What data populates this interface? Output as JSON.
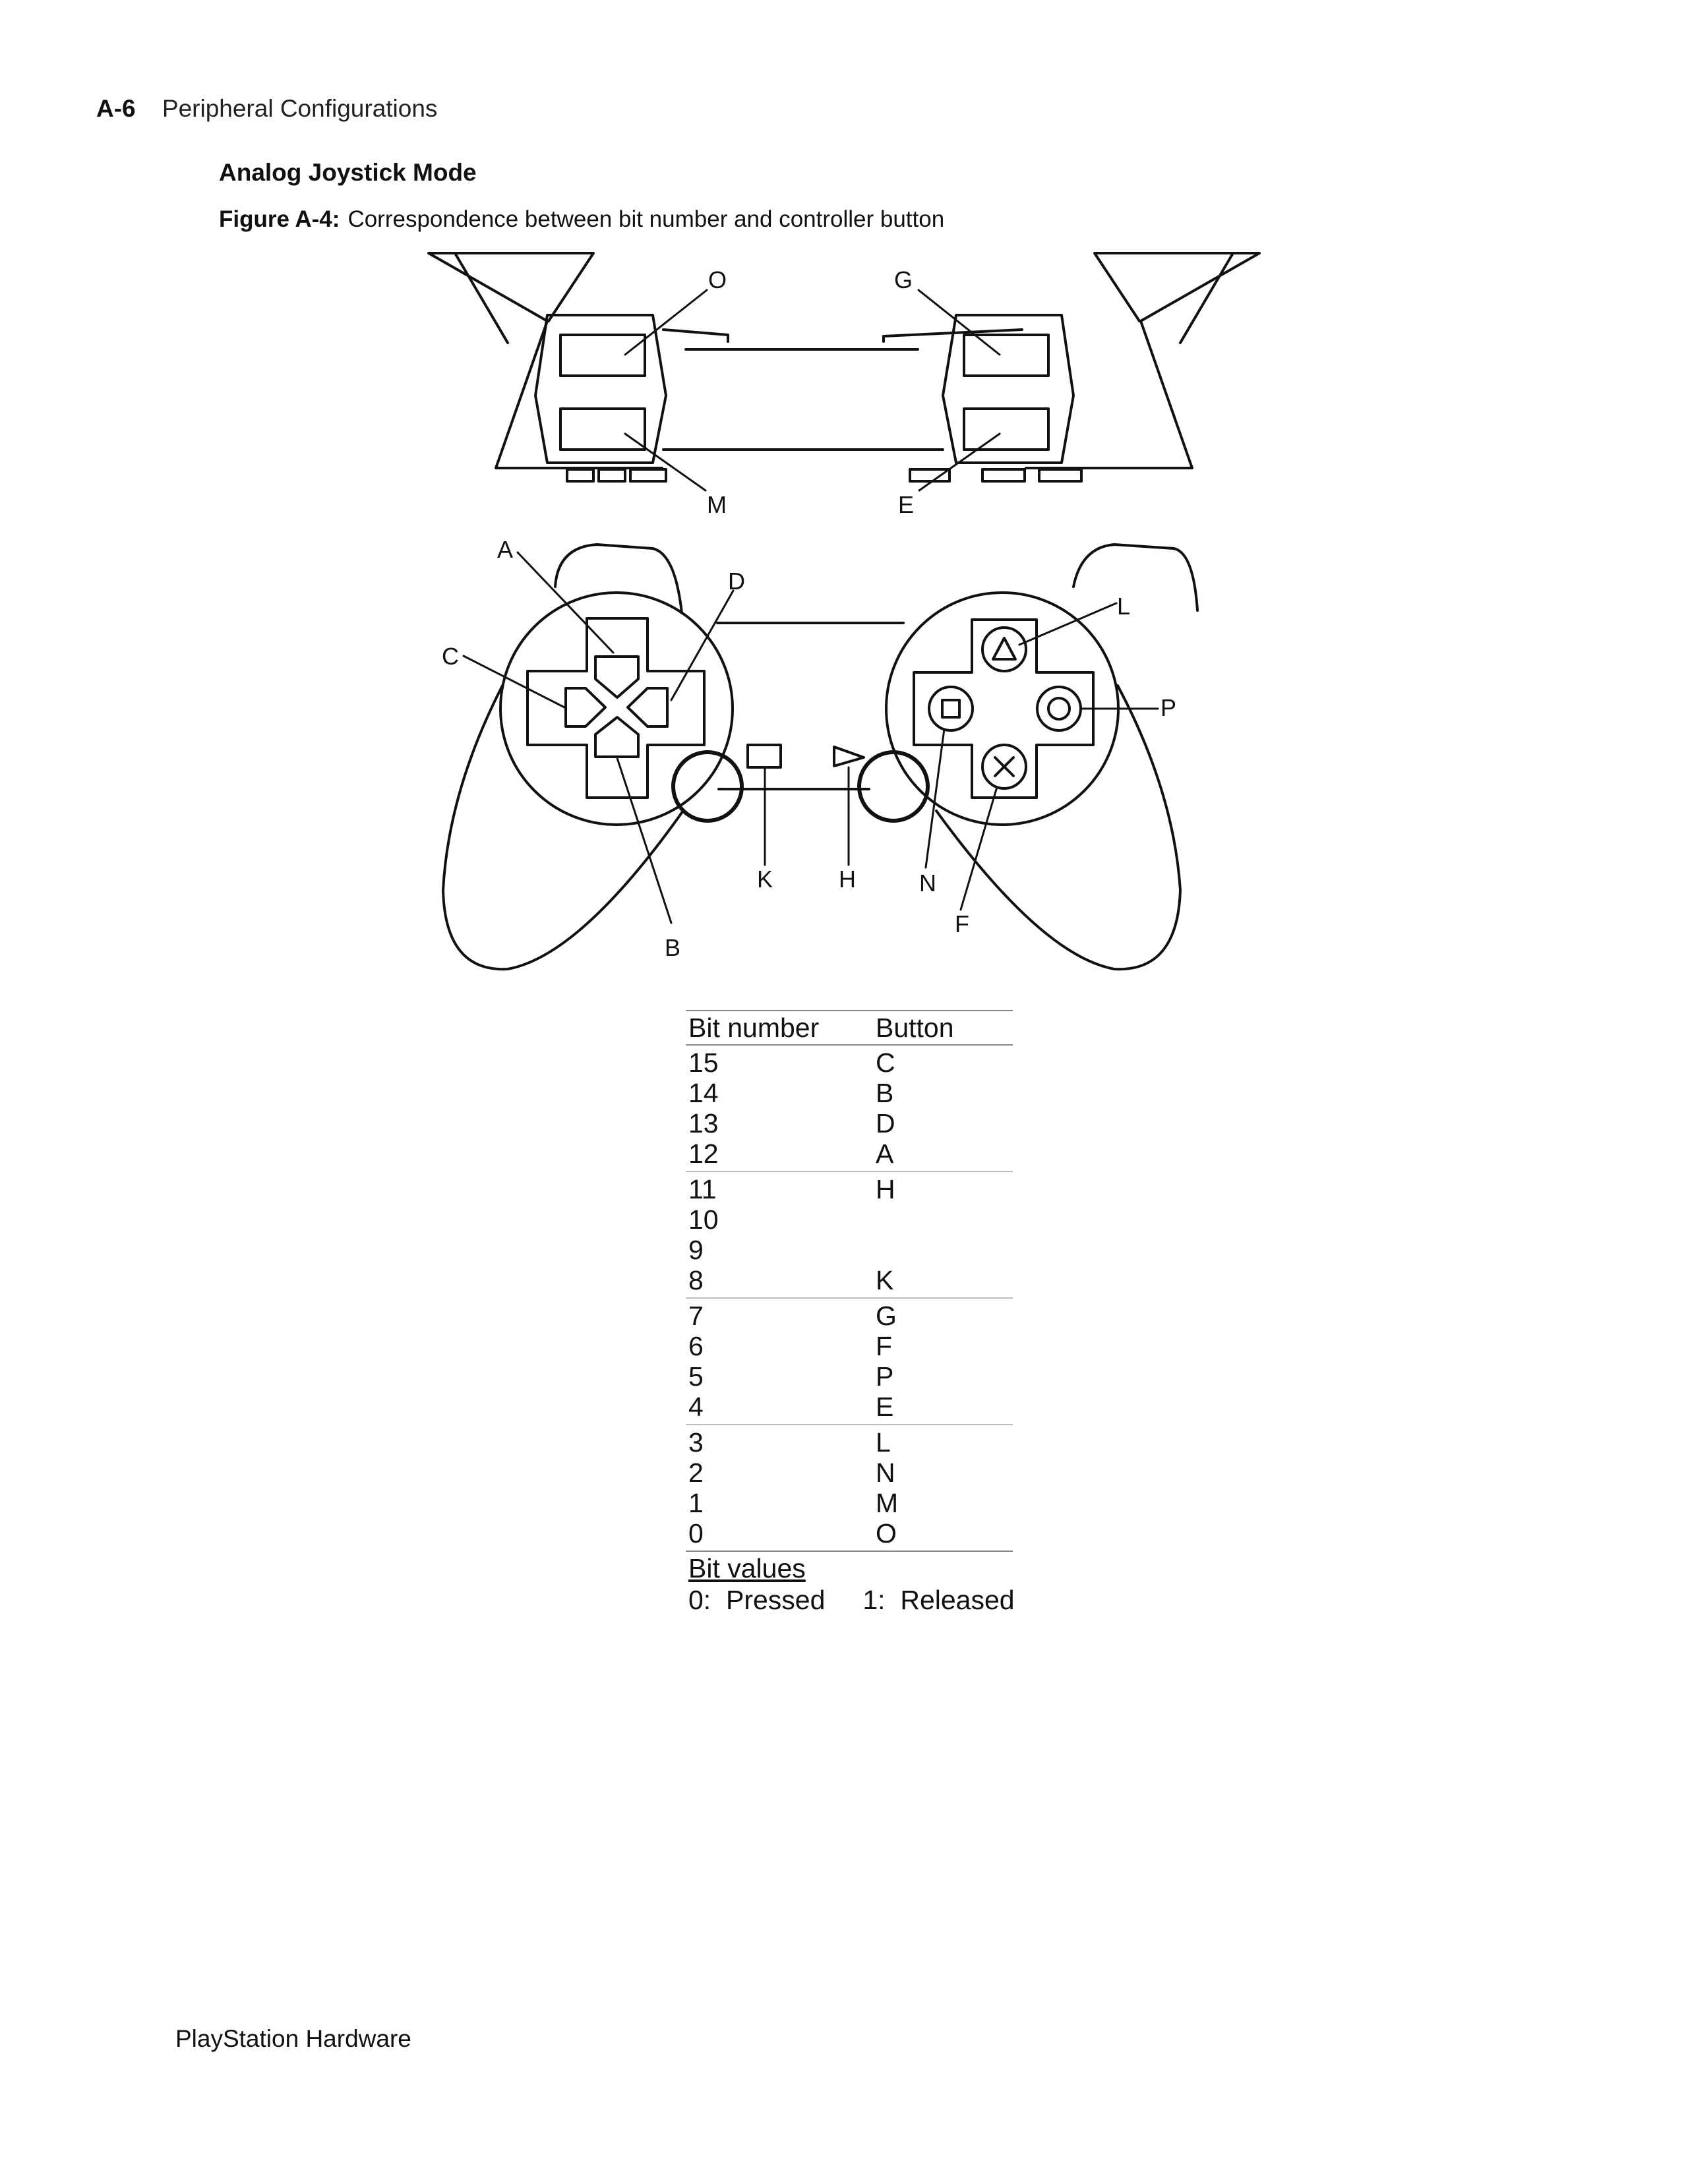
{
  "header": {
    "page_number": "A-6",
    "section": "Peripheral Configurations"
  },
  "heading": "Analog Joystick Mode",
  "figure": {
    "label": "Figure A-4:",
    "caption": "Correspondence between bit number and controller button",
    "callouts": {
      "A": "A",
      "B": "B",
      "C": "C",
      "D": "D",
      "E": "E",
      "F": "F",
      "G": "G",
      "H": "H",
      "K": "K",
      "L": "L",
      "M": "M",
      "N": "N",
      "O": "O",
      "P": "P"
    }
  },
  "table": {
    "headers": {
      "bit": "Bit number",
      "button": "Button"
    },
    "groups": [
      [
        {
          "bit": "15",
          "button": "C"
        },
        {
          "bit": "14",
          "button": "B"
        },
        {
          "bit": "13",
          "button": "D"
        },
        {
          "bit": "12",
          "button": "A"
        }
      ],
      [
        {
          "bit": "11",
          "button": "H"
        },
        {
          "bit": "10",
          "button": ""
        },
        {
          "bit": "9",
          "button": ""
        },
        {
          "bit": "8",
          "button": "K"
        }
      ],
      [
        {
          "bit": "7",
          "button": "G"
        },
        {
          "bit": "6",
          "button": "F"
        },
        {
          "bit": "5",
          "button": "P"
        },
        {
          "bit": "4",
          "button": "E"
        }
      ],
      [
        {
          "bit": "3",
          "button": "L"
        },
        {
          "bit": "2",
          "button": "N"
        },
        {
          "bit": "1",
          "button": "M"
        },
        {
          "bit": "0",
          "button": "O"
        }
      ]
    ],
    "bit_values": {
      "title": "Bit values",
      "pressed": "0:  Pressed",
      "released": "1:  Released"
    }
  },
  "footer": "PlayStation Hardware"
}
